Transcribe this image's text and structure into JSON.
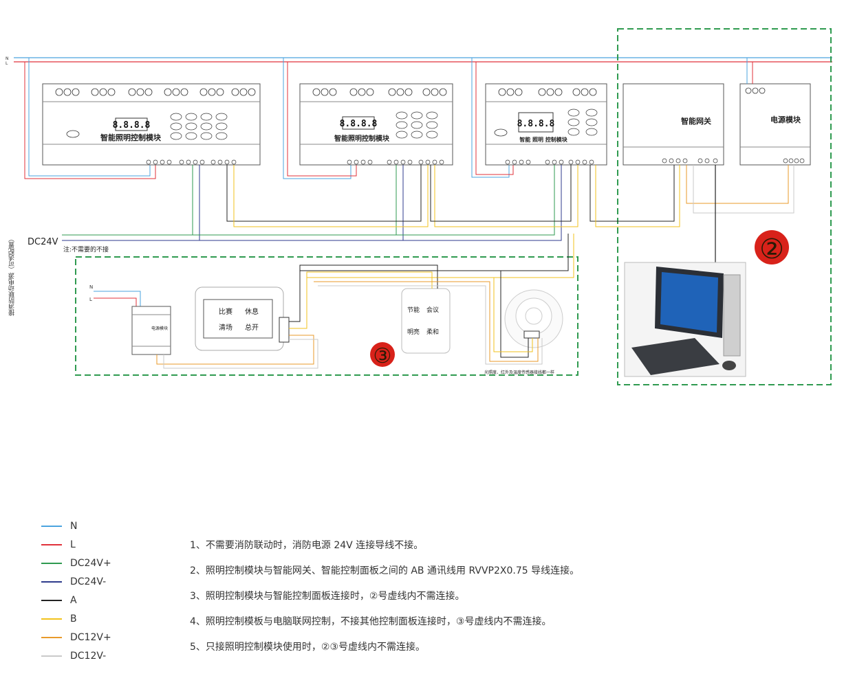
{
  "colors": {
    "N": "#4aa3df",
    "L": "#e0303a",
    "DC24V_plus": "#2e9a4f",
    "DC24V_minus": "#2d3a8c",
    "A": "#222222",
    "B": "#f2c21b",
    "DC12V_plus": "#e89a2a",
    "DC12V_minus": "#c9c9c9",
    "dash_box": "#2e9a4f",
    "circle_badge": "#d8221a"
  },
  "modules": [
    {
      "title": "智能照明控制模块",
      "display": "8.8.8.8"
    },
    {
      "title": "智能照明控制模块",
      "display": "8.8.8.8"
    },
    {
      "title": "智能 照明 控制模块",
      "display": "8.8.8.8"
    }
  ],
  "gateway": {
    "title": "智能网关"
  },
  "power_module": {
    "title": "电源模块"
  },
  "small_power": {
    "title": "电源模块"
  },
  "side_labels": {
    "rail_n": "N",
    "rail_l": "L",
    "vertical_note": "接消防联动电源（可选配置）",
    "dc24v": "DC24V",
    "dc24v_note": "注:不需要的不接",
    "box3_n": "N",
    "box3_l": "L",
    "sensor_note": "光照度、红外及温度传感器接线都一样"
  },
  "panel_buttons": [
    "比赛",
    "休息",
    "清场",
    "总开"
  ],
  "panel_buttons_2": [
    "节能",
    "会议",
    "明亮",
    "柔和"
  ],
  "badges": {
    "two": "②",
    "three": "③"
  },
  "legend": [
    {
      "key": "N",
      "label": "N"
    },
    {
      "key": "L",
      "label": "L"
    },
    {
      "key": "DC24V_plus",
      "label": "DC24V+"
    },
    {
      "key": "DC24V_minus",
      "label": "DC24V-"
    },
    {
      "key": "A",
      "label": "A"
    },
    {
      "key": "B",
      "label": "B"
    },
    {
      "key": "DC12V_plus",
      "label": "DC12V+"
    },
    {
      "key": "DC12V_minus",
      "label": "DC12V-"
    }
  ],
  "notes": [
    "1、不需要消防联动时，消防电源 24V 连接导线不接。",
    "2、照明控制模块与智能网关、智能控制面板之间的 AB 通讯线用 RVVP2X0.75 导线连接。",
    "3、照明控制模块与智能控制面板连接时，②号虚线内不需连接。",
    "4、照明控制模板与电脑联网控制，不接其他控制面板连接时，③号虚线内不需连接。",
    "5、只接照明控制模块使用时，②③号虚线内不需连接。"
  ]
}
